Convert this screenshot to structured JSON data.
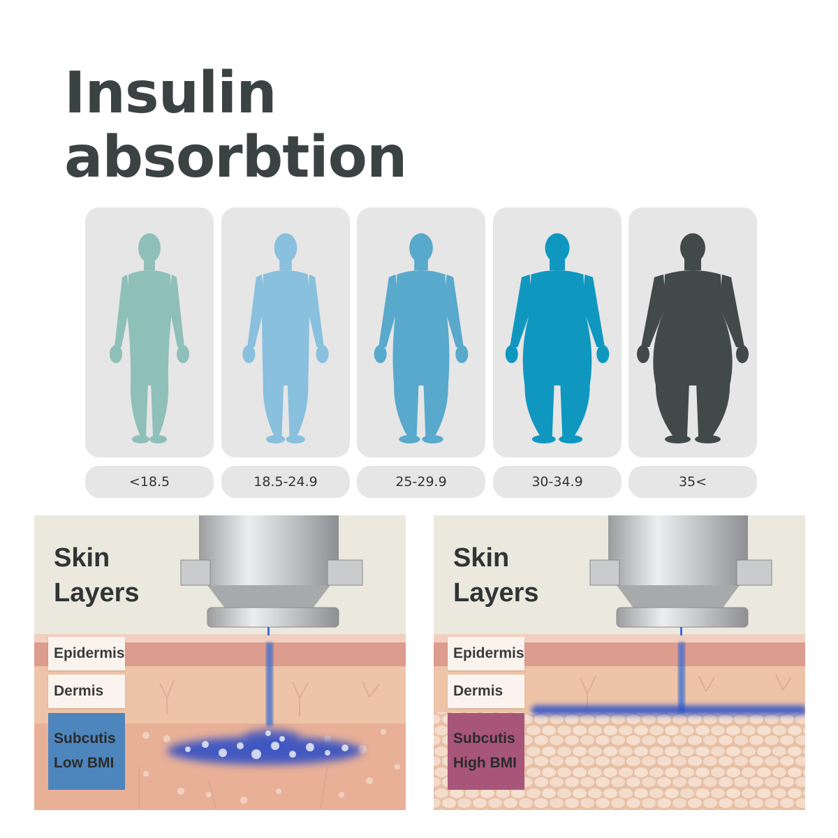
{
  "title": {
    "line1": "Insulin",
    "line2": "absorbtion"
  },
  "bmi_categories": [
    {
      "label": "<18.5",
      "color": "#8fbfb9"
    },
    {
      "label": "18.5-24.9",
      "color": "#88c0de"
    },
    {
      "label": "25-29.9",
      "color": "#58a9cb"
    },
    {
      "label": "30-34.9",
      "color": "#0f97c0"
    },
    {
      "label": "35<",
      "color": "#424a49"
    }
  ],
  "panels": [
    {
      "heading_line1": "Skin",
      "heading_line2": "Layers",
      "epidermis": "Epidermis",
      "dermis": "Dermis",
      "subcutis_line1": "Subcutis",
      "subcutis_line2": "Low BMI",
      "subcutis_color": "#4d85bd"
    },
    {
      "heading_line1": "Skin",
      "heading_line2": "Layers",
      "epidermis": "Epidermis",
      "dermis": "Dermis",
      "subcutis_line1": "Subcutis",
      "subcutis_line2": "High BMI",
      "subcutis_color": "#a8557a"
    }
  ],
  "colors": {
    "title": "#3b4342",
    "card_bg": "#e6e6e6",
    "epidermis": "#dc9c8e",
    "dermis": "#eec4a8",
    "subcutis_low": "#e9b098",
    "subcutis_high": "#f2d6c1",
    "insulin": "#2a5fc8"
  }
}
